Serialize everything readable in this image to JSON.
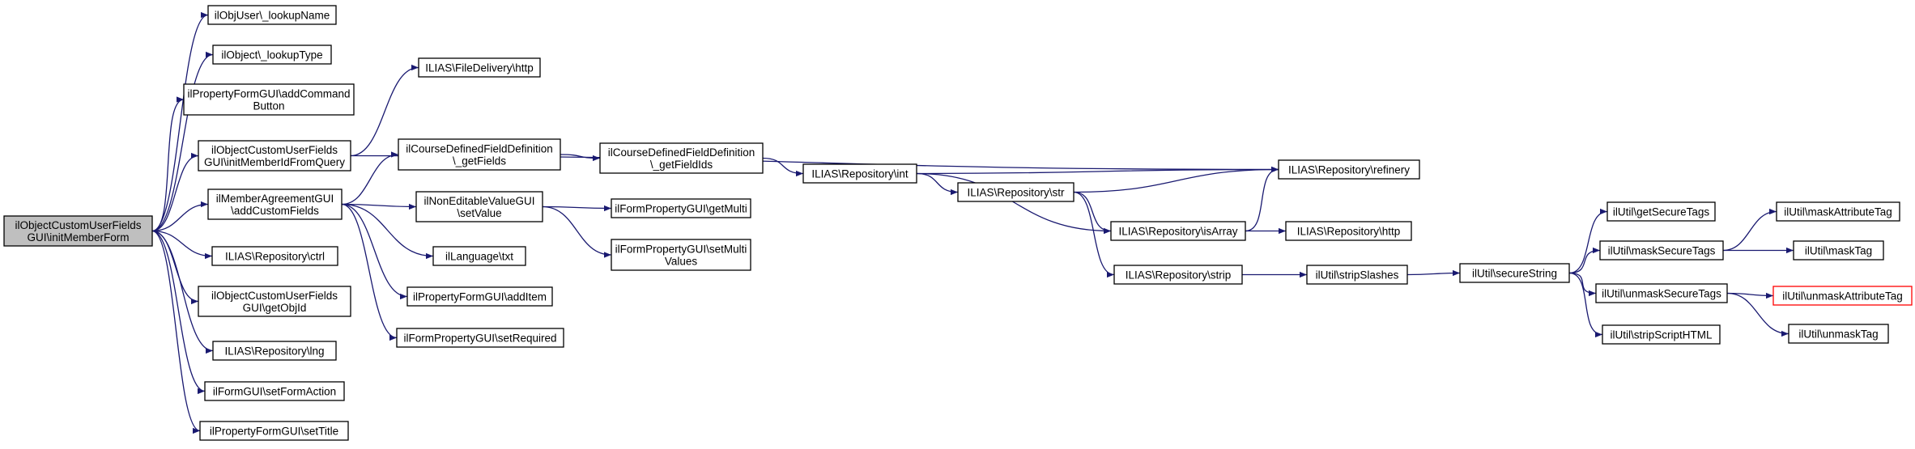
{
  "colors": {
    "edge": "#191970",
    "root_fill": "#bfbfbf",
    "missing_border": "#ff0000"
  },
  "nodes": {
    "root": [
      "ilObjectCustomUserFields",
      "GUI\\initMemberForm"
    ],
    "lookupName": [
      "ilObjUser\\_lookupName"
    ],
    "lookupType": [
      "ilObject\\_lookupType"
    ],
    "addCommandButton": [
      "ilPropertyFormGUI\\addCommand",
      "Button"
    ],
    "initMemberId": [
      "ilObjectCustomUserFields",
      "GUI\\initMemberIdFromQuery"
    ],
    "addCustomFields": [
      "ilMemberAgreementGUI",
      "\\addCustomFields"
    ],
    "ctrl": [
      "ILIAS\\Repository\\ctrl"
    ],
    "getObjId": [
      "ilObjectCustomUserFields",
      "GUI\\getObjId"
    ],
    "lng": [
      "ILIAS\\Repository\\lng"
    ],
    "setFormAction": [
      "ilFormGUI\\setFormAction"
    ],
    "setTitle": [
      "ilPropertyFormGUI\\setTitle"
    ],
    "fdHttp": [
      "ILIAS\\FileDelivery\\http"
    ],
    "getFields": [
      "ilCourseDefinedFieldDefinition",
      "\\_getFields"
    ],
    "nevSetValue": [
      "ilNonEditableValueGUI",
      "\\setValue"
    ],
    "txt": [
      "ilLanguage\\txt"
    ],
    "addItem": [
      "ilPropertyFormGUI\\addItem"
    ],
    "setRequired": [
      "ilFormPropertyGUI\\setRequired"
    ],
    "getFieldIds": [
      "ilCourseDefinedFieldDefinition",
      "\\_getFieldIds"
    ],
    "getMulti": [
      "ilFormPropertyGUI\\getMulti"
    ],
    "setMultiValues": [
      "ilFormPropertyGUI\\setMulti",
      "Values"
    ],
    "repoInt": [
      "ILIAS\\Repository\\int"
    ],
    "repoStr": [
      "ILIAS\\Repository\\str"
    ],
    "repoIsArray": [
      "ILIAS\\Repository\\isArray"
    ],
    "repoStrip": [
      "ILIAS\\Repository\\strip"
    ],
    "refinery": [
      "ILIAS\\Repository\\refinery"
    ],
    "repoHttp": [
      "ILIAS\\Repository\\http"
    ],
    "stripSlashes": [
      "ilUtil\\stripSlashes"
    ],
    "secureString": [
      "ilUtil\\secureString"
    ],
    "getSecureTags": [
      "ilUtil\\getSecureTags"
    ],
    "maskSecureTags": [
      "ilUtil\\maskSecureTags"
    ],
    "unmaskSecureTags": [
      "ilUtil\\unmaskSecureTags"
    ],
    "stripScriptHTML": [
      "ilUtil\\stripScriptHTML"
    ],
    "maskAttributeTag": [
      "ilUtil\\maskAttributeTag"
    ],
    "maskTag": [
      "ilUtil\\maskTag"
    ],
    "unmaskAttributeTag": [
      "ilUtil\\unmaskAttributeTag"
    ],
    "unmaskTag": [
      "ilUtil\\unmaskTag"
    ]
  },
  "edges": [
    [
      "root",
      "lookupName"
    ],
    [
      "root",
      "lookupType"
    ],
    [
      "root",
      "addCommandButton"
    ],
    [
      "root",
      "initMemberId"
    ],
    [
      "root",
      "addCustomFields"
    ],
    [
      "root",
      "ctrl"
    ],
    [
      "root",
      "getObjId"
    ],
    [
      "root",
      "lng"
    ],
    [
      "root",
      "setFormAction"
    ],
    [
      "root",
      "setTitle"
    ],
    [
      "initMemberId",
      "fdHttp"
    ],
    [
      "initMemberId",
      "refinery"
    ],
    [
      "addCustomFields",
      "getFields"
    ],
    [
      "addCustomFields",
      "nevSetValue"
    ],
    [
      "addCustomFields",
      "txt"
    ],
    [
      "addCustomFields",
      "addItem"
    ],
    [
      "addCustomFields",
      "setRequired"
    ],
    [
      "getFields",
      "getFieldIds"
    ],
    [
      "getFieldIds",
      "repoInt"
    ],
    [
      "nevSetValue",
      "getMulti"
    ],
    [
      "nevSetValue",
      "setMultiValues"
    ],
    [
      "repoInt",
      "refinery"
    ],
    [
      "repoInt",
      "repoStr"
    ],
    [
      "repoInt",
      "repoIsArray"
    ],
    [
      "repoStr",
      "refinery"
    ],
    [
      "repoStr",
      "repoIsArray"
    ],
    [
      "repoStr",
      "repoStrip"
    ],
    [
      "repoIsArray",
      "refinery"
    ],
    [
      "repoIsArray",
      "repoHttp"
    ],
    [
      "repoStrip",
      "stripSlashes"
    ],
    [
      "stripSlashes",
      "secureString"
    ],
    [
      "secureString",
      "getSecureTags"
    ],
    [
      "secureString",
      "maskSecureTags"
    ],
    [
      "secureString",
      "unmaskSecureTags"
    ],
    [
      "secureString",
      "stripScriptHTML"
    ],
    [
      "maskSecureTags",
      "maskAttributeTag"
    ],
    [
      "maskSecureTags",
      "maskTag"
    ],
    [
      "unmaskSecureTags",
      "unmaskAttributeTag"
    ],
    [
      "unmaskSecureTags",
      "unmaskTag"
    ]
  ]
}
